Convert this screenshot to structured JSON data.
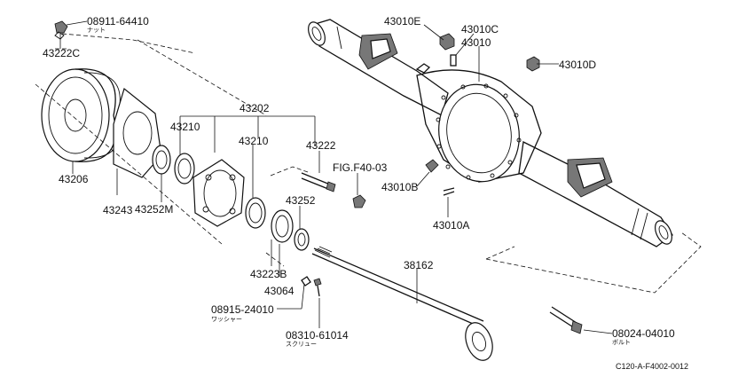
{
  "labels": {
    "nut_part": "08911-64410",
    "nut_sub": "ナット",
    "p43222c": "43222C",
    "p43206": "43206",
    "p43243": "43243",
    "p43252m": "43252M",
    "p43202": "43202",
    "p43210a": "43210",
    "p43210b": "43210",
    "p43222": "43222",
    "fig_ref": "FIG.F40-03",
    "p43252": "43252",
    "p43223b": "43223B",
    "p43064": "43064",
    "washer_part": "08915-24010",
    "washer_sub": "ワッシャー",
    "screw_part": "08310-61014",
    "screw_sub": "スクリュー",
    "p38162": "38162",
    "bolt_part": "08024-04010",
    "bolt_sub": "ボルト",
    "p43010e": "43010E",
    "p43010c": "43010C",
    "p43010": "43010",
    "p43010d": "43010D",
    "p43010b": "43010B",
    "p43010a": "43010A",
    "drawing_code": "C120-A-F4002-0012"
  }
}
